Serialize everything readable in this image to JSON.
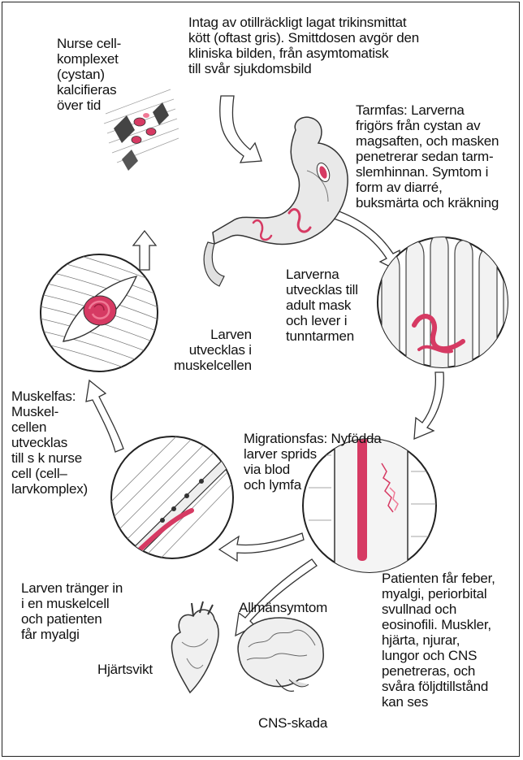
{
  "labels": {
    "intake": "Intag av otillräckligt lagat trikinsmittat\nkött (oftast gris). Smittdosen avgör den\nkliniska bilden, från asymtomatisk\ntill svår sjukdomsbild",
    "calcified": "Nurse cell-\nkomplexet\n(cystan)\nkalcifieras\növer tid",
    "intestinal": "Tarmfas: Larverna\nfrigörs från cystan av\nmagsaften, och masken\npenetrerar sedan tarm-\nslemhinnan. Symtom i\nform av diarré,\nbuksmärta och kräkning",
    "adult": "Larverna\nutvecklas till\nadult mask\noch lever i\ntunntarmen",
    "muscle_cell_dev": "Larven\nutvecklas i\nmuskelcellen",
    "muscle_phase": "Muskelfas:\nMuskel-\ncellen\nutvecklas\ntill s k nurse\ncell (cell–\nlarvkomplex)",
    "migration": "Migrationsfas: Nyfödda\nlarver sprids\nvia blod\noch lymfa",
    "penetrates": "Larven tränger in\ni en muskelcell\noch patienten\nfår myalgi",
    "general": "Allmänsymtom",
    "fever": "Patienten får feber,\nmyalgi, periorbital\nsvullnad och\neosinofili. Muskler,\nhjärta, njurar,\nlungor och CNS\npenetreras, och\nsvåra följdtillstånd\nkan ses",
    "heart_failure": "Hjärtsvikt",
    "cns_damage": "CNS-skada"
  },
  "colors": {
    "larva": "#d63a63",
    "larva_light": "#f07a96",
    "ink": "#333333",
    "arrow_fill": "#ffffff"
  }
}
